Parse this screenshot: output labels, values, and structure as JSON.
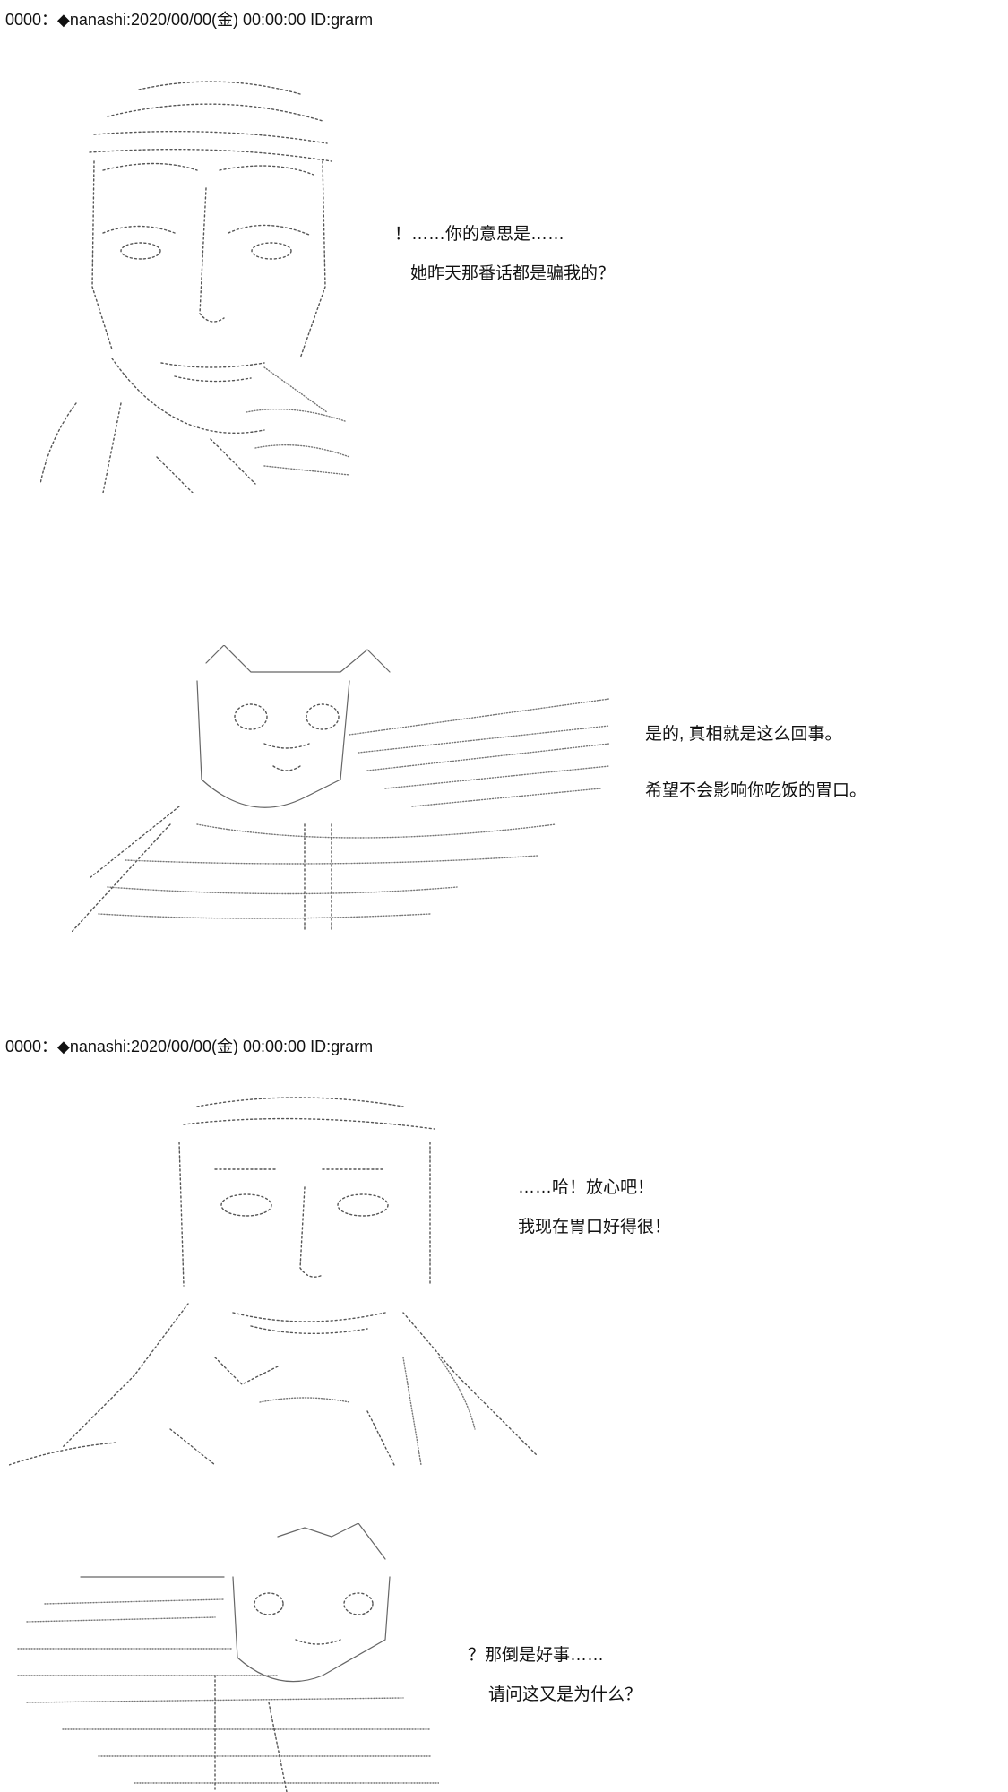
{
  "posts": [
    {
      "header": "0000：◆nanashi:2020/00/00(金) 00:00:00 ID:grarm",
      "panels": [
        {
          "lines": [
            "！……你的意思是……",
            "她昨天那番话都是骗我的？"
          ]
        },
        {
          "lines": [
            "是的, 真相就是这么回事。",
            "希望不会影响你吃饭的胃口。"
          ]
        }
      ]
    },
    {
      "header": "0000：◆nanashi:2020/00/00(金) 00:00:00 ID:grarm",
      "panels": [
        {
          "lines": [
            "……哈！放心吧！",
            "我现在胃口好得很！"
          ]
        },
        {
          "lines": [
            "？那倒是好事……",
            "请问这又是为什么？"
          ]
        }
      ]
    }
  ]
}
